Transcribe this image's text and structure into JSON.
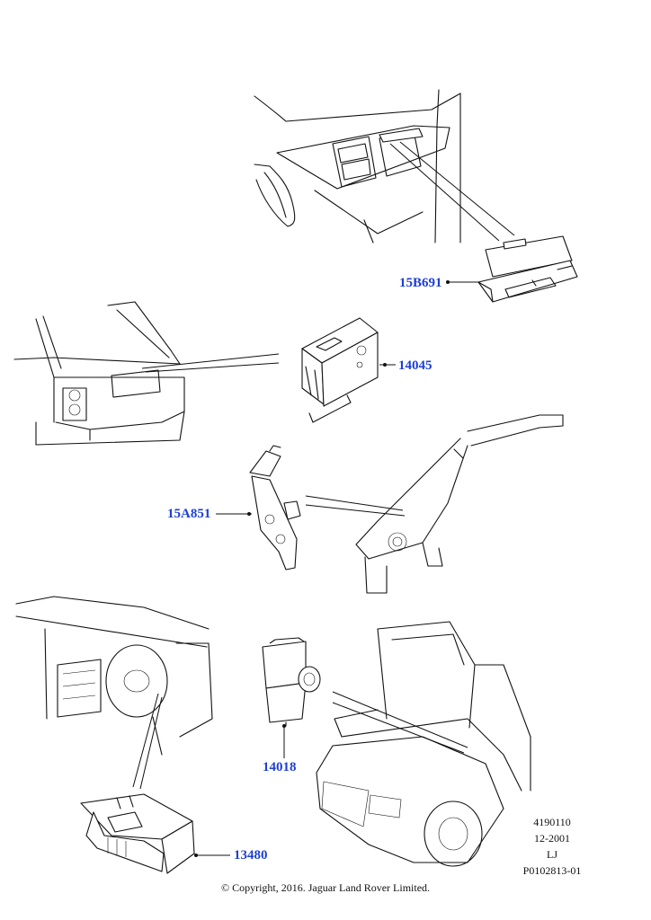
{
  "parts": [
    {
      "id": "15B691",
      "label": "15B691"
    },
    {
      "id": "14045",
      "label": "14045"
    },
    {
      "id": "15A851",
      "label": "15A851"
    },
    {
      "id": "14018",
      "label": "14018"
    },
    {
      "id": "13480",
      "label": "13480"
    }
  ],
  "reference": {
    "line1": "4190110",
    "line2": "12-2001",
    "line3": "LJ",
    "line4": "P0102813-01"
  },
  "copyright": "© Copyright, 2016. Jaguar Land Rover Limited.",
  "colors": {
    "label": "#1d3fd6",
    "line": "#111111"
  }
}
